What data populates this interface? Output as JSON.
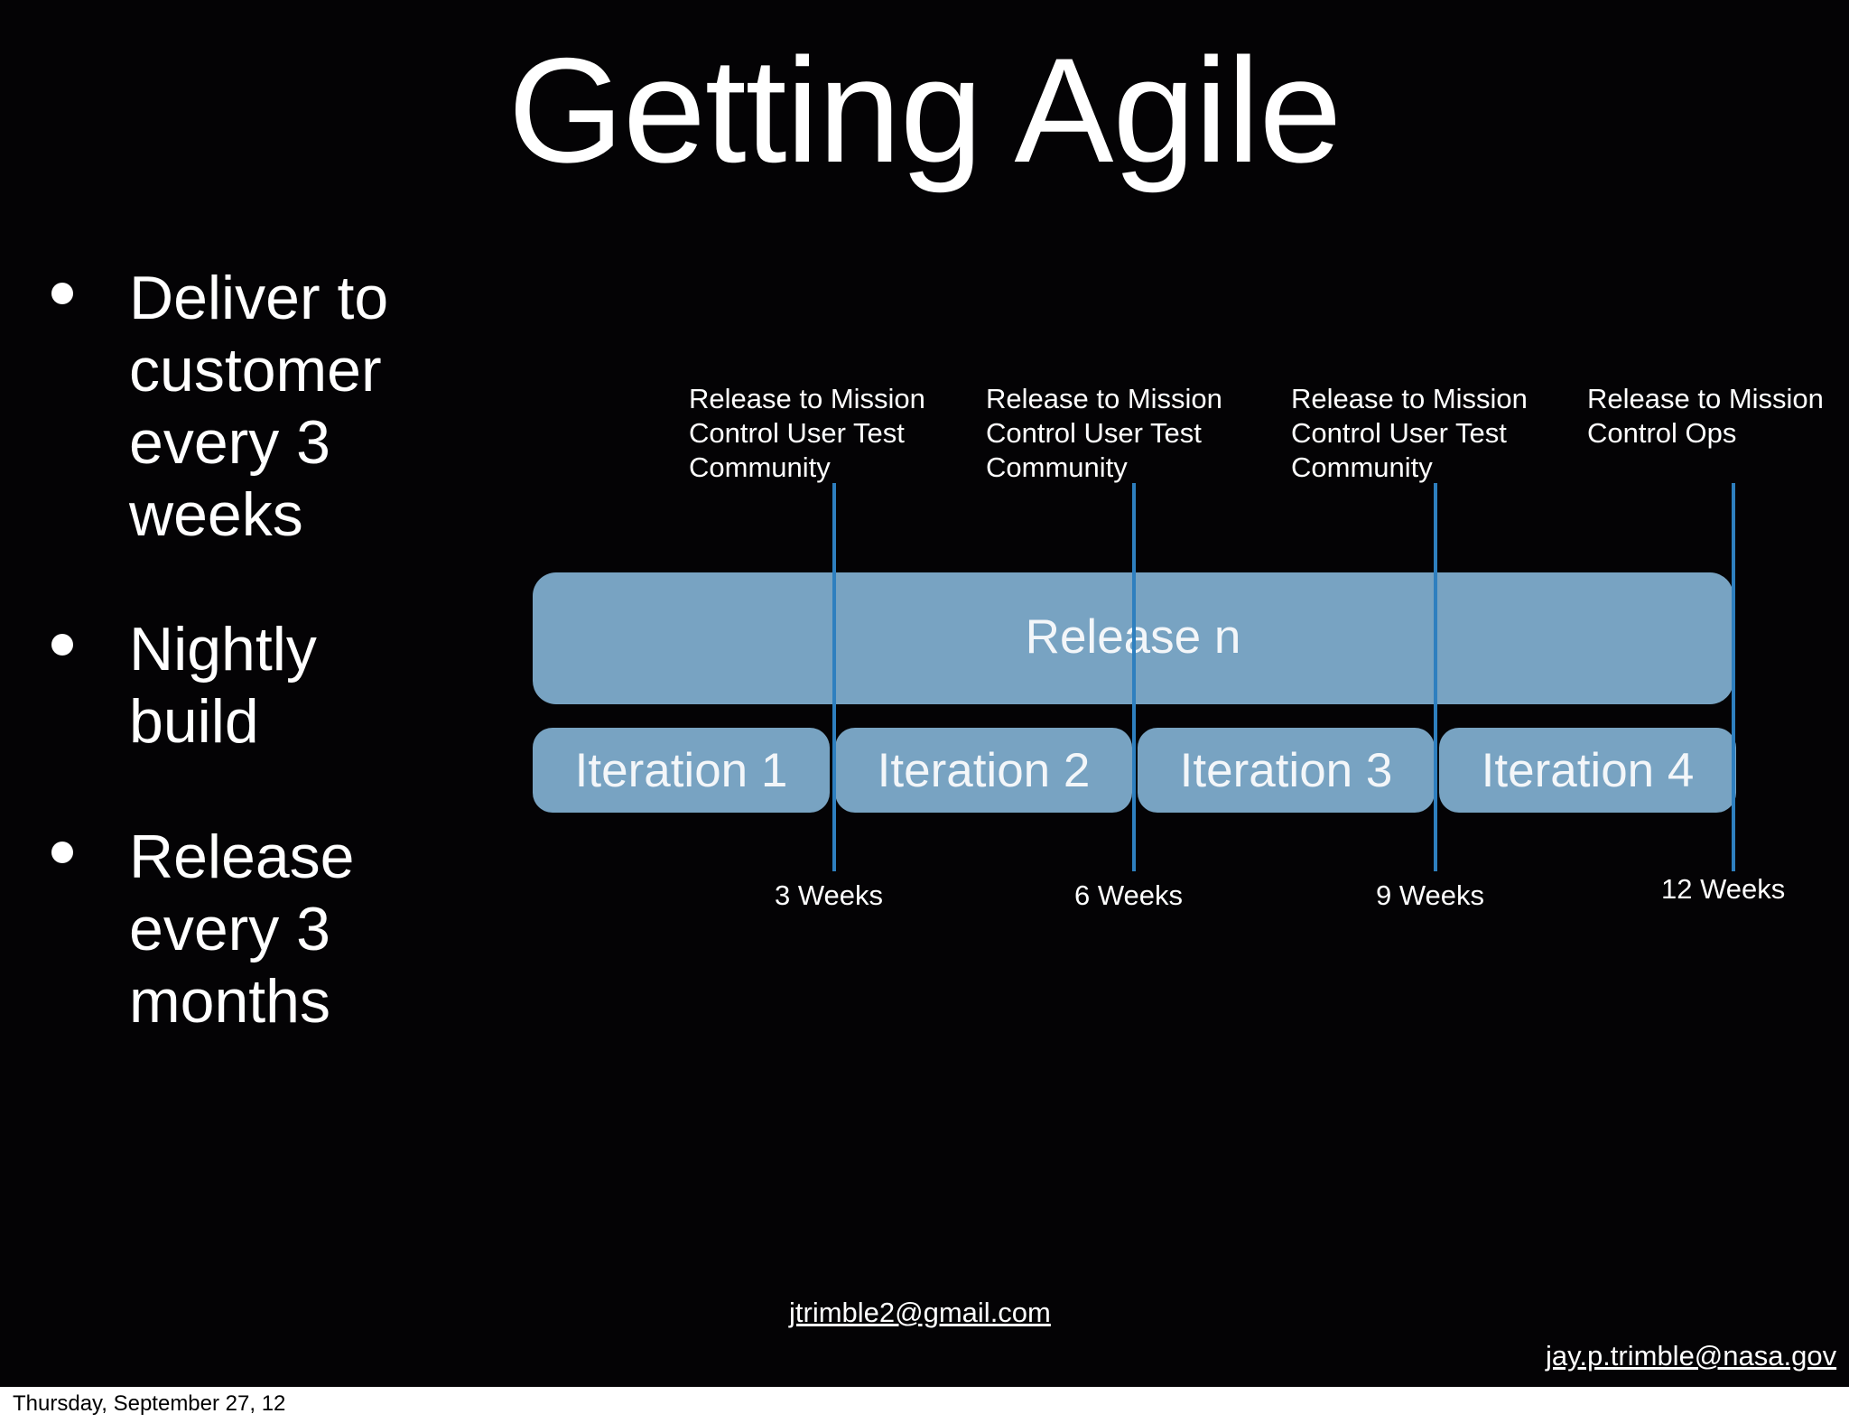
{
  "slide": {
    "title": "Getting Agile",
    "bullets": [
      "Deliver to customer every 3 weeks",
      "Nightly build",
      "Release every 3 months"
    ],
    "bar_color": "#78a3c2",
    "line_color": "#2e7fbf"
  },
  "diagram": {
    "release_bar": "Release n",
    "iterations": [
      "Iteration 1",
      "Iteration 2",
      "Iteration 3",
      "Iteration 4"
    ],
    "milestones": [
      {
        "label_lines": [
          "Release to Mission",
          "Control User Test",
          "Community"
        ],
        "week": "3 Weeks"
      },
      {
        "label_lines": [
          "Release to Mission",
          "Control User Test",
          "Community"
        ],
        "week": "6 Weeks"
      },
      {
        "label_lines": [
          "Release to Mission",
          "Control User Test",
          "Community"
        ],
        "week": "9 Weeks"
      },
      {
        "label_lines": [
          "Release to Mission",
          "Control Ops"
        ],
        "week": "12 Weeks"
      }
    ]
  },
  "contacts": {
    "email_1": "jtrimble2@gmail.com",
    "email_2": "jay.p.trimble@nasa.gov"
  },
  "footer": {
    "date": "Thursday, September 27, 12"
  }
}
